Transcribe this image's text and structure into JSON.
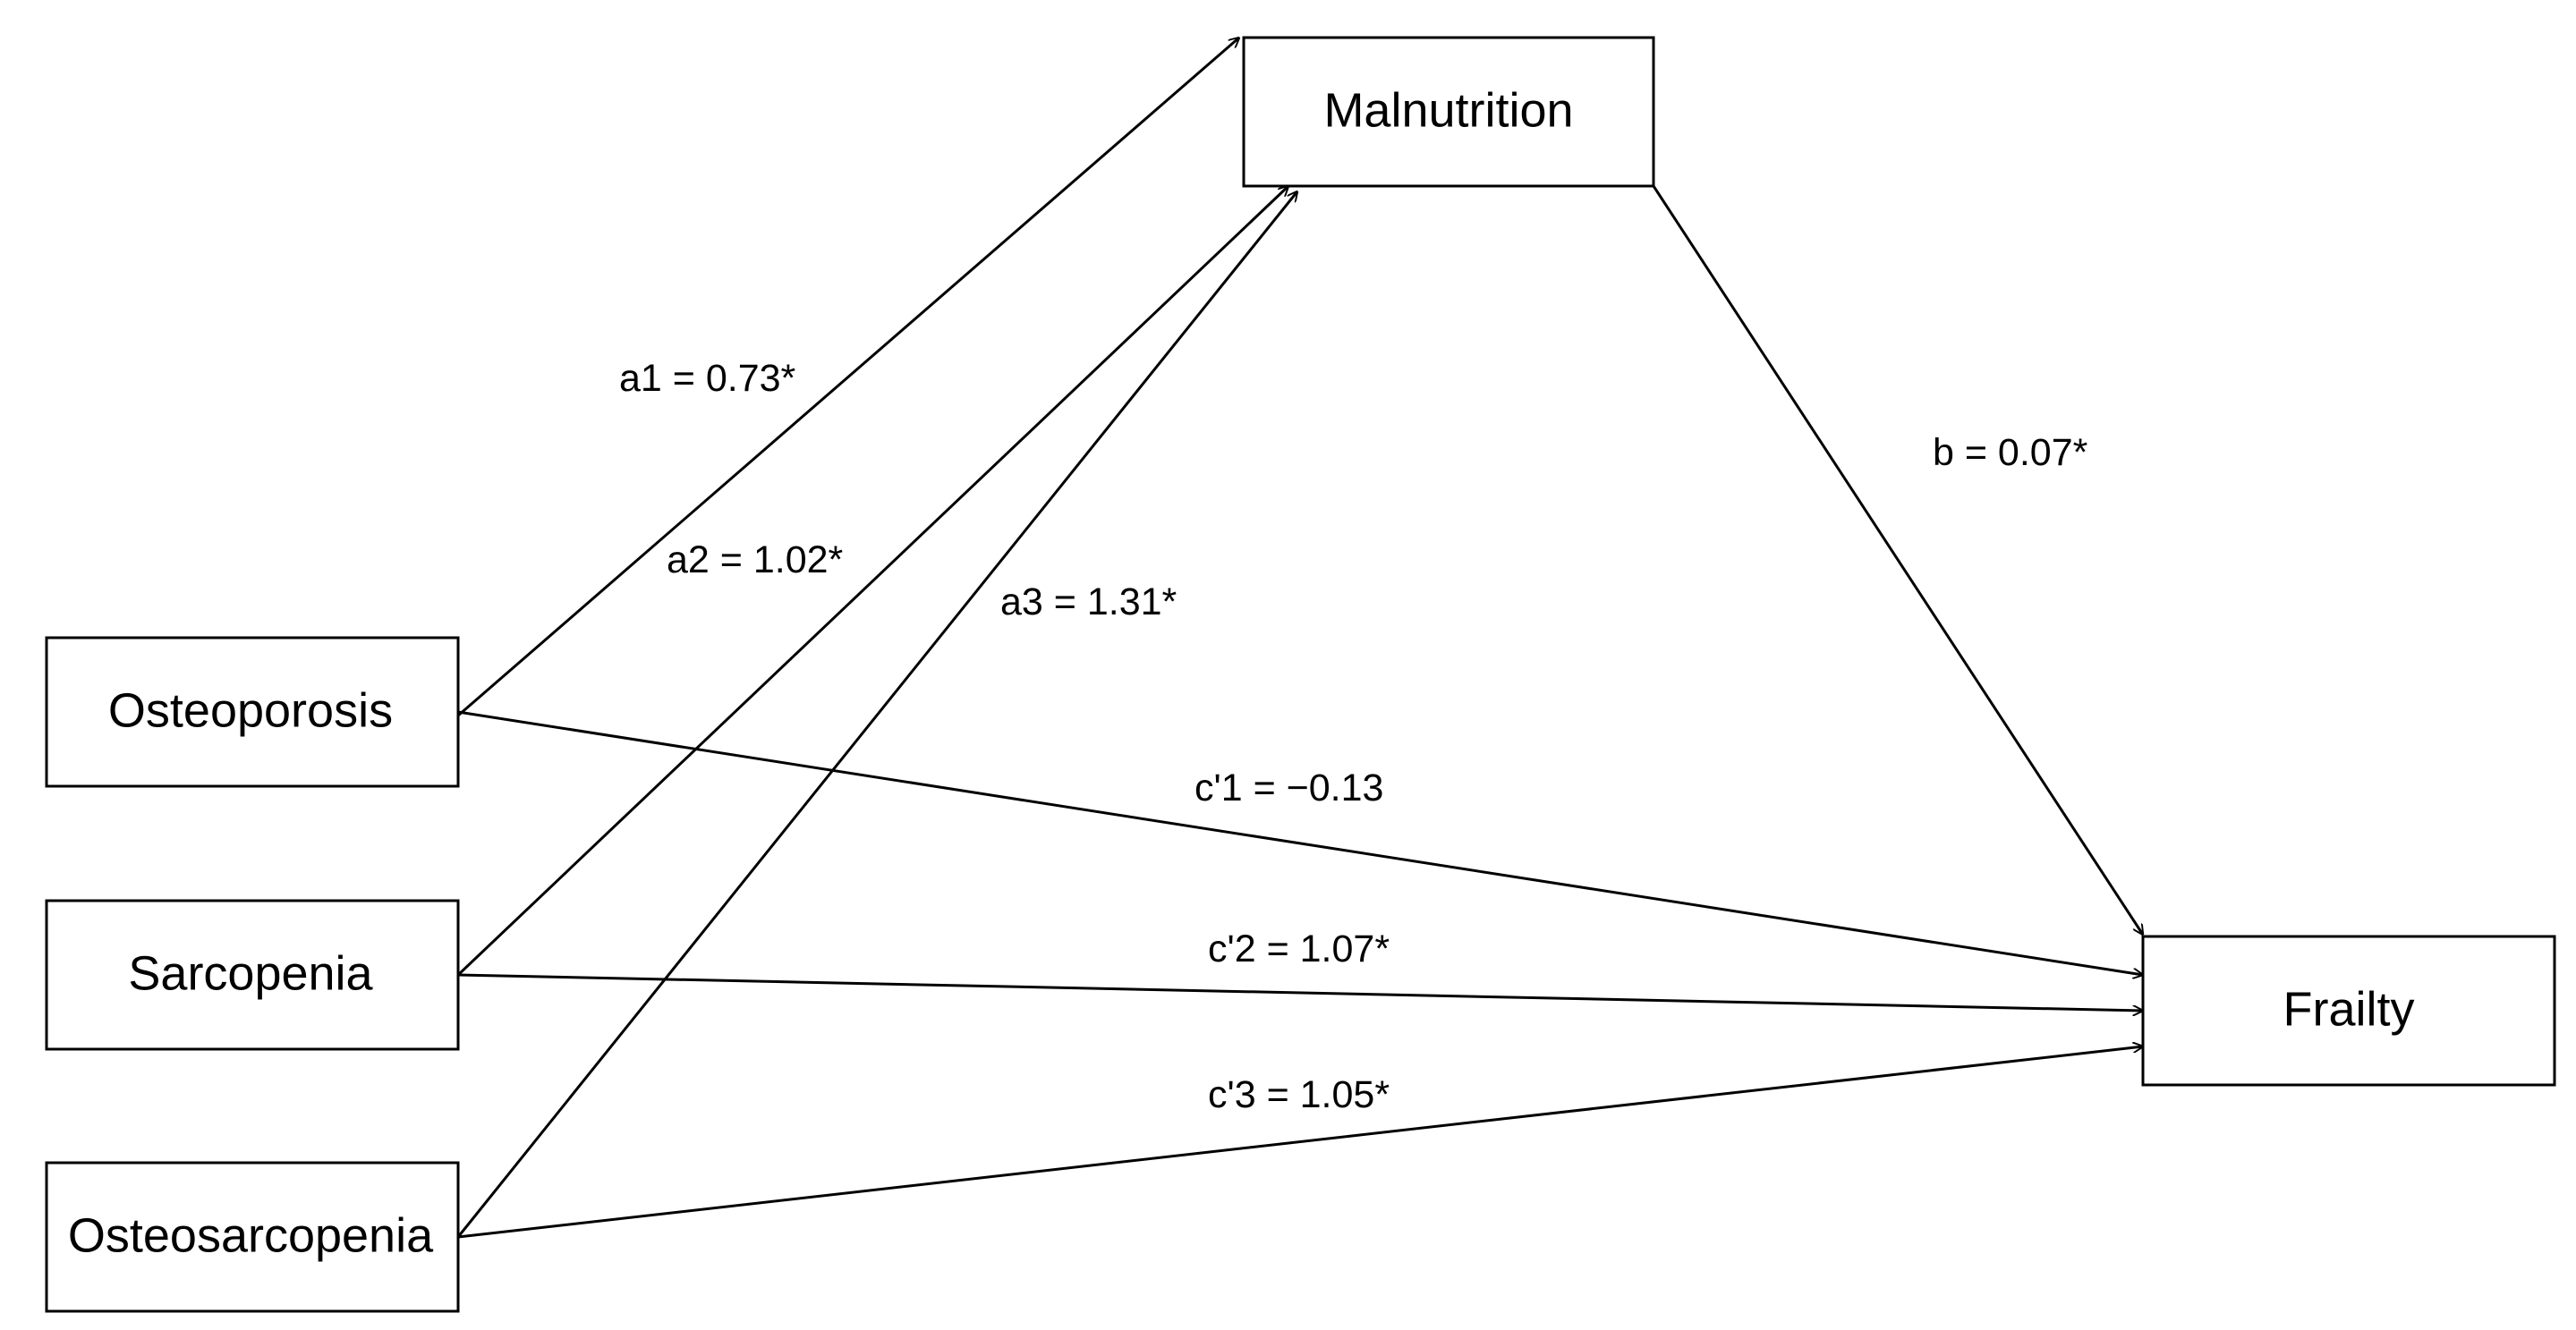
{
  "nodes": {
    "malnutrition": "Malnutrition",
    "osteoporosis": "Osteoporosis",
    "sarcopenia": "Sarcopenia",
    "osteosarcopenia": "Osteosarcopenia",
    "frailty": "Frailty"
  },
  "paths": {
    "a1": "a1 = 0.73*",
    "a2": "a2 = 1.02*",
    "a3": "a3 = 1.31*",
    "b": "b =  0.07*",
    "c1": "c'1 =  −0.13",
    "c2": "c'2 =  1.07*",
    "c3": "c'3 =  1.05*"
  },
  "colors": {
    "stroke": "#000000",
    "box_fill": "#ffffff",
    "background": "#ffffff"
  }
}
